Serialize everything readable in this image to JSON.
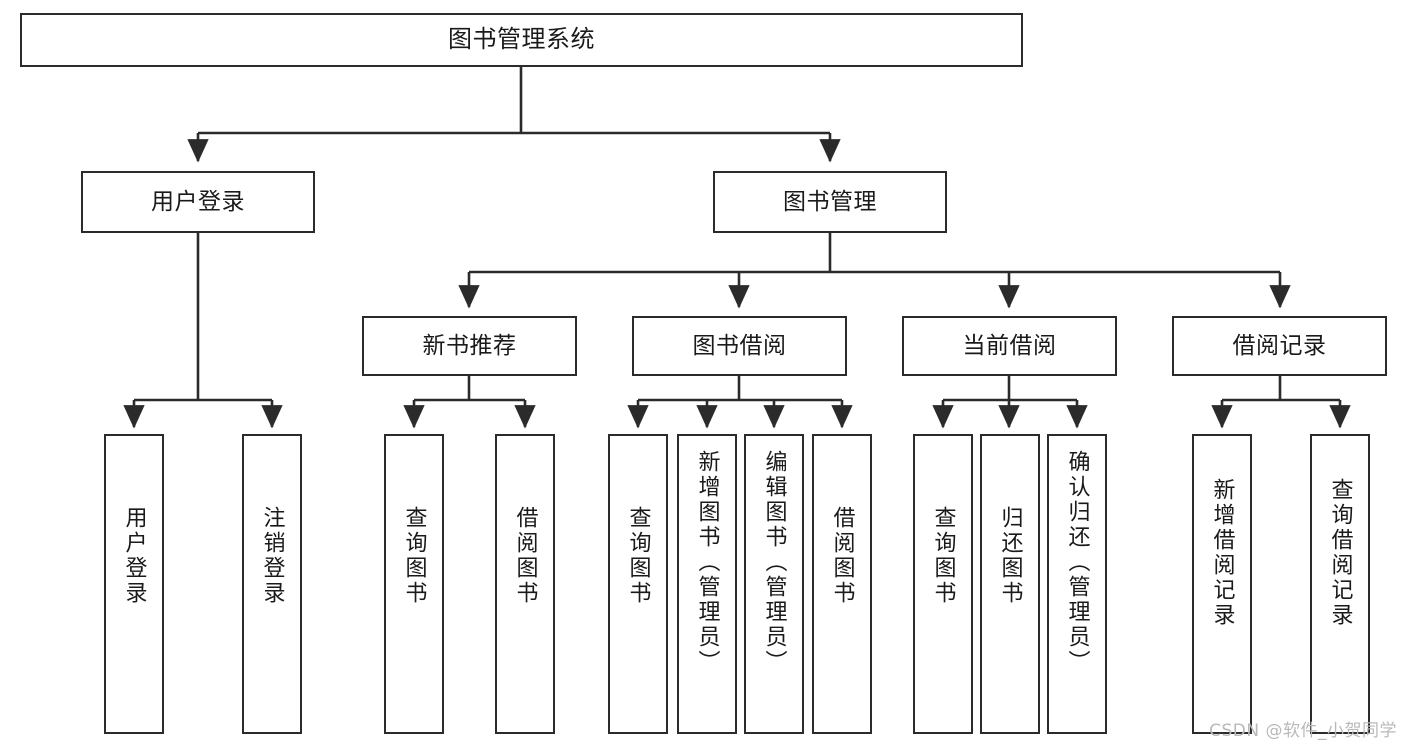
{
  "diagram": {
    "title": "图书管理系统",
    "type": "tree",
    "orientation": "top-down",
    "colors": {
      "box_border": "#2b2b2b",
      "box_fill": "#ffffff",
      "edge": "#2b2b2b",
      "text": "#1a1a1a",
      "background": "#ffffff",
      "watermark": "#b9b9b9"
    },
    "root": {
      "id": "root",
      "label": "图书管理系统"
    },
    "level1": [
      {
        "id": "l1-user-login",
        "label": "用户登录"
      },
      {
        "id": "l1-book-manage",
        "label": "图书管理"
      }
    ],
    "level2": [
      {
        "id": "l2-new-book-rec",
        "label": "新书推荐",
        "parent": "l1-book-manage"
      },
      {
        "id": "l2-book-borrow",
        "label": "图书借阅",
        "parent": "l1-book-manage"
      },
      {
        "id": "l2-current-borrow",
        "label": "当前借阅",
        "parent": "l1-book-manage"
      },
      {
        "id": "l2-borrow-record",
        "label": "借阅记录",
        "parent": "l1-book-manage"
      }
    ],
    "leaves": [
      {
        "id": "leaf-user-login",
        "label": "用户登录",
        "parent": "l1-user-login"
      },
      {
        "id": "leaf-logout",
        "label": "注销登录",
        "parent": "l1-user-login"
      },
      {
        "id": "leaf-query-book-rec",
        "label": "查询图书",
        "parent": "l2-new-book-rec"
      },
      {
        "id": "leaf-borrow-book-rec",
        "label": "借阅图书",
        "parent": "l2-new-book-rec"
      },
      {
        "id": "leaf-query-book-borrow",
        "label": "查询图书",
        "parent": "l2-book-borrow"
      },
      {
        "id": "leaf-add-book",
        "label": "新增图书（管理员）",
        "parent": "l2-book-borrow"
      },
      {
        "id": "leaf-edit-book",
        "label": "编辑图书（管理员）",
        "parent": "l2-book-borrow"
      },
      {
        "id": "leaf-borrow-book",
        "label": "借阅图书",
        "parent": "l2-book-borrow"
      },
      {
        "id": "leaf-query-book-current",
        "label": "查询图书",
        "parent": "l2-current-borrow"
      },
      {
        "id": "leaf-return-book",
        "label": "归还图书",
        "parent": "l2-current-borrow"
      },
      {
        "id": "leaf-confirm-return",
        "label": "确认归还（管理员）",
        "parent": "l2-current-borrow"
      },
      {
        "id": "leaf-add-record",
        "label": "新增借阅记录",
        "parent": "l2-borrow-record"
      },
      {
        "id": "leaf-query-record",
        "label": "查询借阅记录",
        "parent": "l2-borrow-record"
      }
    ]
  },
  "watermark": {
    "text": "CSDN @软件_小贺同学"
  }
}
